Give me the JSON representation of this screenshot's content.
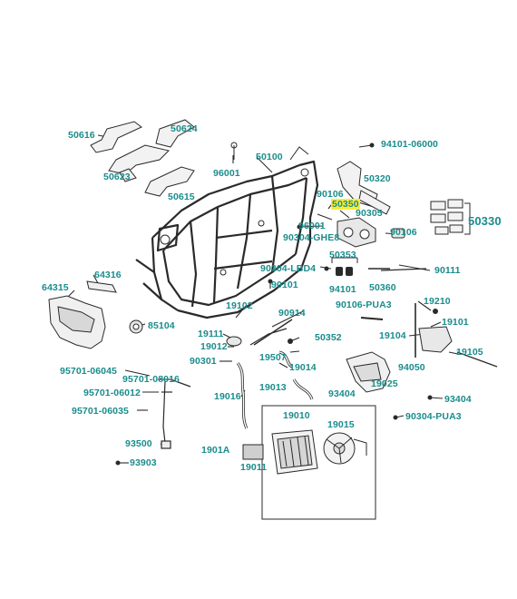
{
  "diagram": {
    "accent_color": "#1a8c8c",
    "highlight_color": "#f7ec3a",
    "labels": {
      "p50616": "50616",
      "p50624": "50624",
      "p50623": "50623",
      "p50615": "50615",
      "p96001a": "96001",
      "p50100": "50100",
      "p94101_06000": "94101-06000",
      "p50320": "50320",
      "p90106a": "90106",
      "p50350": "50350",
      "p90305": "90305",
      "p96001b": "96001",
      "p90304_ghe8": "90304-GHE8",
      "p90106b": "90106",
      "p50330": "50330",
      "p50353": "50353",
      "p64316": "64316",
      "p64315": "64315",
      "p90304_lbd4": "90304-LBD4",
      "p90111": "90111",
      "p90101": "90101",
      "p94101": "94101",
      "p50360": "50360",
      "p19102": "19102",
      "p90106_pua3": "90106-PUA3",
      "p19210": "19210",
      "p90914": "90914",
      "p85104": "85104",
      "p19101": "19101",
      "p19111": "19111",
      "p50352": "50352",
      "p19104": "19104",
      "p19012": "19012",
      "p19105": "19105",
      "p19507": "19507",
      "p90301": "90301",
      "p94050": "94050",
      "p95701_06045": "95701-06045",
      "p19014": "19014",
      "p95701_08016": "95701-08016",
      "p19025": "19025",
      "p19013": "19013",
      "p93404a": "93404",
      "p95701_06012": "95701-06012",
      "p19016": "19016",
      "p93404b": "93404",
      "p95701_06035": "95701-06035",
      "p90304_pua3": "90304-PUA3",
      "p19010": "19010",
      "p19015": "19015",
      "p93500": "93500",
      "p1901a": "1901A",
      "p19011": "19011",
      "p93903": "93903"
    }
  }
}
